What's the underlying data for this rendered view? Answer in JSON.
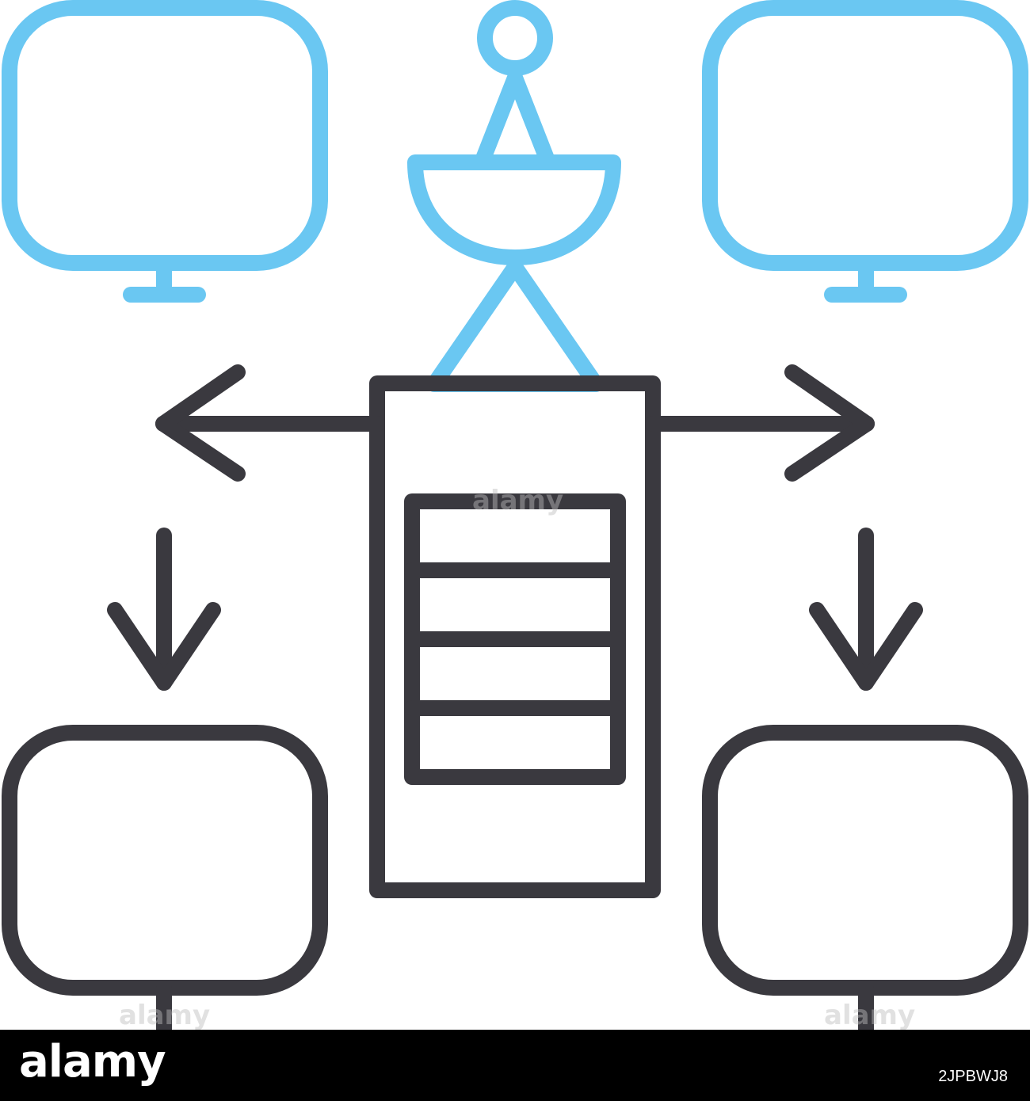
{
  "colors": {
    "accent": "#6ac7f2",
    "ink": "#3a393f",
    "background": "#ffffff",
    "footer": "#000000"
  },
  "icons": {
    "satellite": "satellite-dish-icon",
    "server": "server-rack-icon",
    "monitor": "monitor-icon",
    "arrow": "arrow-icon"
  },
  "watermark": {
    "text": "alamy"
  },
  "footer": {
    "logo": "alamy",
    "image_id": "2JPBWJ8"
  }
}
